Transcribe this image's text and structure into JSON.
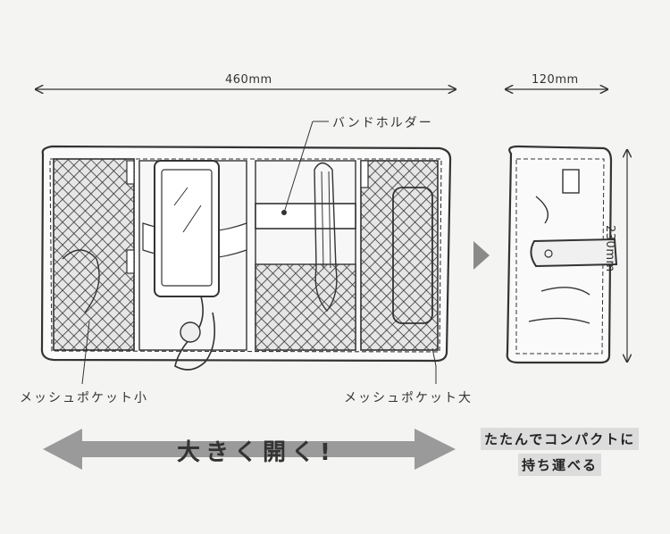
{
  "dimensions": {
    "width_open": "460mm",
    "width_folded": "120mm",
    "height": "230mm"
  },
  "callouts": {
    "band_holder": "バンドホルダー",
    "mesh_pocket_small": "メッシュポケット小",
    "mesh_pocket_large": "メッシュポケット大"
  },
  "banner": {
    "open_wide": "大きく開く!",
    "fold_line1": "たたんでコンパクトに",
    "fold_line2": "持ち運べる"
  },
  "colors": {
    "outline": "#333333",
    "mesh_fill": "#d9d9d9",
    "arrow_gray": "#999999",
    "band_gray": "#dcdcdc",
    "background": "#f4f4f2"
  },
  "icons": [
    "pointer-triangle-icon",
    "double-arrow-icon"
  ]
}
